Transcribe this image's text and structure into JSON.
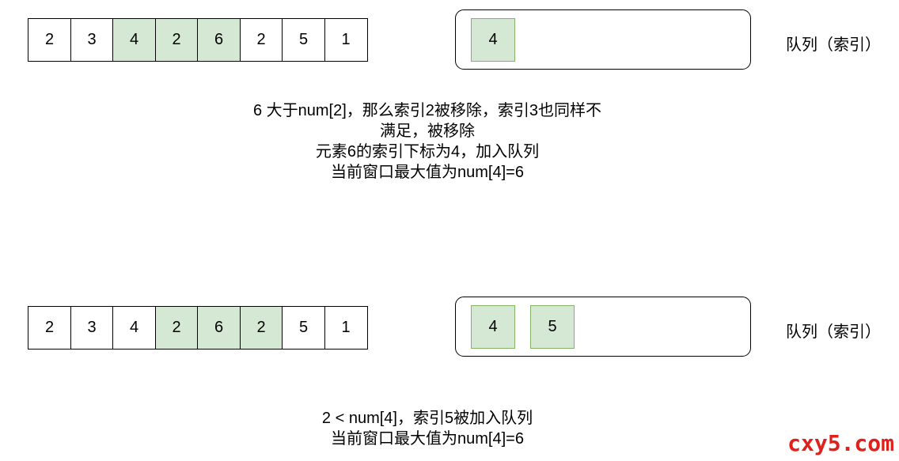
{
  "step1": {
    "array": [
      {
        "value": "2",
        "highlight": false
      },
      {
        "value": "3",
        "highlight": false
      },
      {
        "value": "4",
        "highlight": true
      },
      {
        "value": "2",
        "highlight": true
      },
      {
        "value": "6",
        "highlight": true
      },
      {
        "value": "2",
        "highlight": false
      },
      {
        "value": "5",
        "highlight": false
      },
      {
        "value": "1",
        "highlight": false
      }
    ],
    "queue": [
      "4"
    ],
    "queue_label": "队列（索引）",
    "description": [
      "6 大于num[2]，那么索引2被移除，索引3也同样不",
      "满足，被移除",
      "元素6的索引下标为4，加入队列",
      "当前窗口最大值为num[4]=6"
    ]
  },
  "step2": {
    "array": [
      {
        "value": "2",
        "highlight": false
      },
      {
        "value": "3",
        "highlight": false
      },
      {
        "value": "4",
        "highlight": false
      },
      {
        "value": "2",
        "highlight": true
      },
      {
        "value": "6",
        "highlight": true
      },
      {
        "value": "2",
        "highlight": true
      },
      {
        "value": "5",
        "highlight": false
      },
      {
        "value": "1",
        "highlight": false
      }
    ],
    "queue": [
      "4",
      "5"
    ],
    "queue_label": "队列（索引）",
    "description": [
      "2 < num[4]，索引5被加入队列",
      "当前窗口最大值为num[4]=6"
    ]
  },
  "colors": {
    "highlight_fill": "#d5e8d4",
    "highlight_border": "#82b366",
    "watermark": "#e0201b"
  },
  "watermark": "cxy5.com"
}
